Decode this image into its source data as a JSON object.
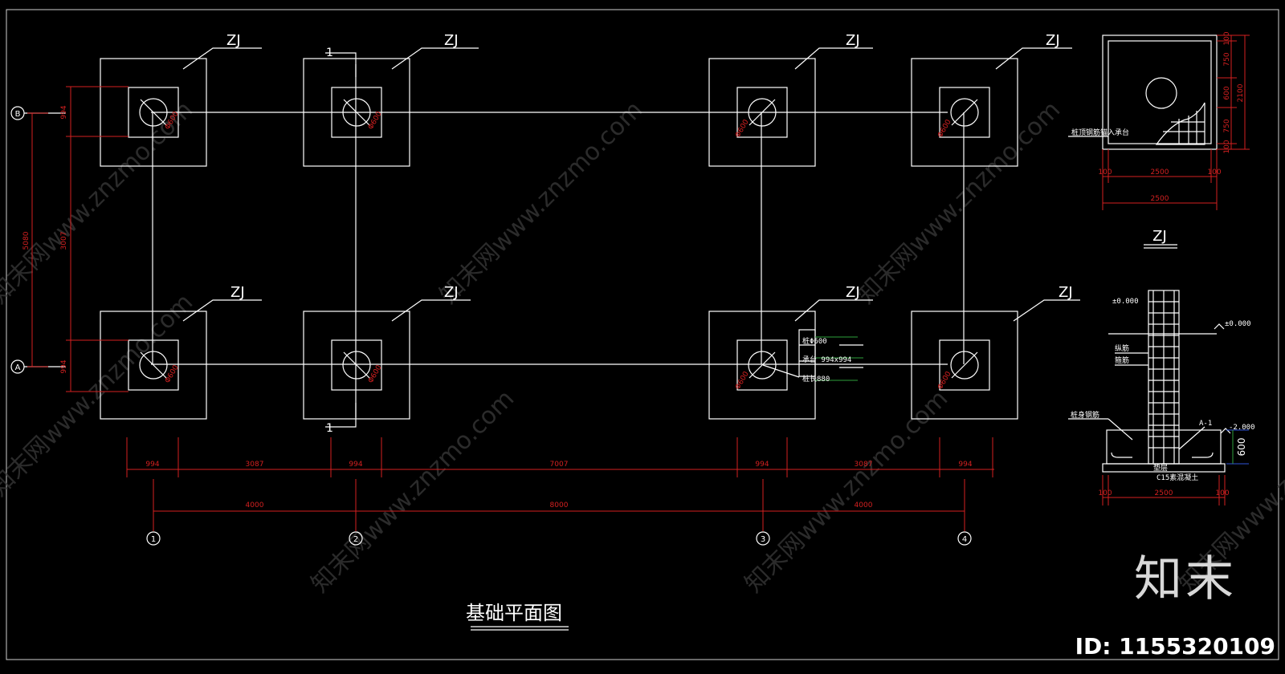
{
  "drawing": {
    "title": "基础平面图",
    "footing_tag": "ZJ",
    "detail_tag": "ZJ",
    "section_mark": "1",
    "axes_rows": [
      "B",
      "A"
    ],
    "axes_cols": [
      "1",
      "2",
      "3",
      "4"
    ],
    "bottom_dims": [
      "994",
      "3087",
      "994",
      "7007",
      "994",
      "3087",
      "994"
    ],
    "bottom_totals": [
      "4000",
      "8000",
      "4000"
    ],
    "left_dims": {
      "overall": "5080",
      "middle": "3007",
      "edge_top": "994",
      "edge_bottom": "994"
    },
    "pile_label": "Φ600",
    "callout": [
      "桩Φ600",
      "承台 994x994",
      "桩长880"
    ],
    "plan_detail": {
      "right_dims": [
        "100",
        "750",
        "600",
        "750",
        "100"
      ],
      "right_total": "2100",
      "bottom_inner": "2500",
      "bottom_outer": "2500",
      "edge": "100",
      "note": "桩顶钢筋锚入承台"
    },
    "section_detail": {
      "top_label": "±0.000",
      "elev_top": "±0.000",
      "elev_bottom": "-2.000",
      "dim_height": "600",
      "dim_width": "2500",
      "edge": "100",
      "base_label": "垫层",
      "base_note": "C15素混凝土",
      "rebar_label": "A-1",
      "notes": [
        "纵筋",
        "箍筋"
      ],
      "pile_note": "桩身钢筋"
    }
  },
  "watermark": {
    "text": "知末网www.znzmo.com",
    "brand": "知末",
    "id": "ID: 1155320109"
  }
}
